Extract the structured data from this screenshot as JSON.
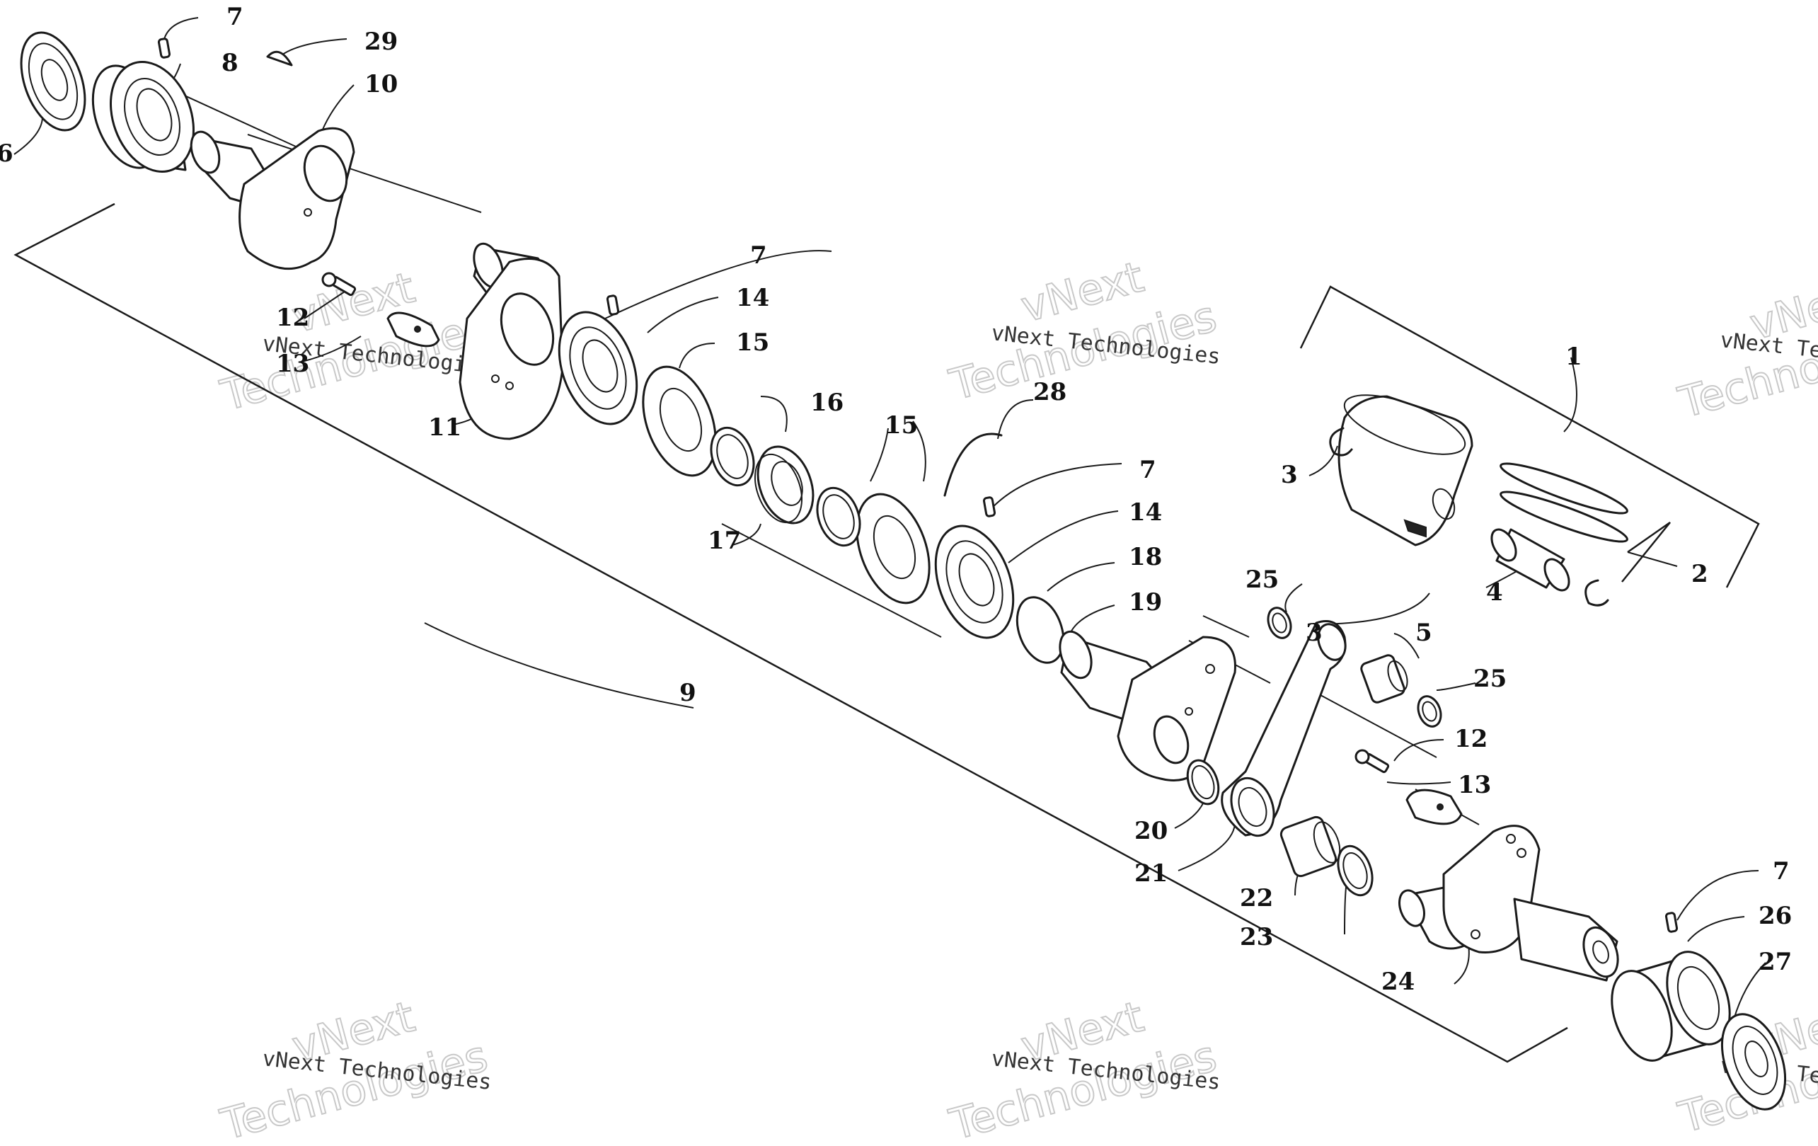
{
  "callouts": {
    "c1": "1",
    "c2": "2",
    "c3a": "3",
    "c3b": "3",
    "c4": "4",
    "c5": "5",
    "c6": "6",
    "c7a": "7",
    "c7b": "7",
    "c7c": "7",
    "c7d": "7",
    "c8": "8",
    "c9": "9",
    "c10": "10",
    "c11": "11",
    "c12a": "12",
    "c12b": "12",
    "c13a": "13",
    "c13b": "13",
    "c14a": "14",
    "c14b": "14",
    "c15a": "15",
    "c15b": "15",
    "c16": "16",
    "c17": "17",
    "c18": "18",
    "c19": "19",
    "c20": "20",
    "c21": "21",
    "c22": "22",
    "c23": "23",
    "c24": "24",
    "c25a": "25",
    "c25b": "25",
    "c26": "26",
    "c27": "27",
    "c28": "28",
    "c29": "29"
  },
  "watermark": {
    "brand": "vNext Technologies",
    "word1": "vNext",
    "word2": "Technologies"
  }
}
